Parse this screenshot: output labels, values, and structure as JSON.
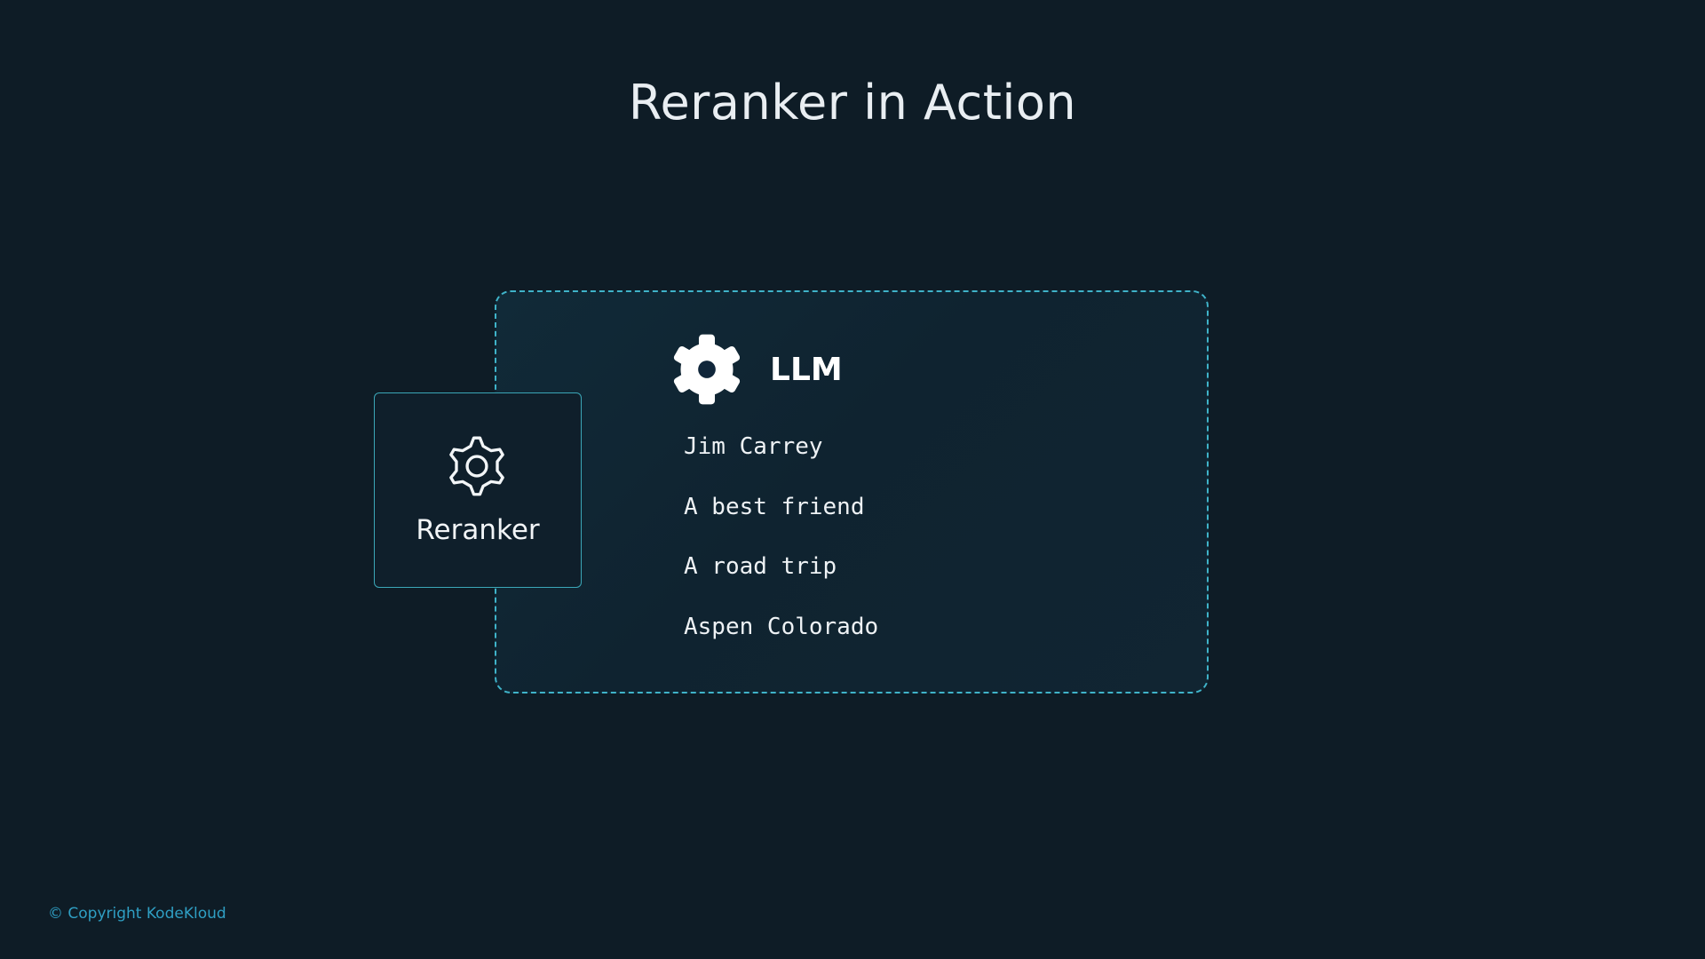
{
  "slide": {
    "title": "Reranker in Action"
  },
  "reranker": {
    "label": "Reranker",
    "icon": "gear-outline-icon"
  },
  "llm": {
    "label": "LLM",
    "icon": "gear-solid-icon",
    "context_items": [
      "Jim Carrey",
      "A best friend",
      "A road trip",
      "Aspen Colorado"
    ]
  },
  "footer": {
    "copyright": "© Copyright KodeKloud"
  },
  "colors": {
    "background": "#0e1c26",
    "accent_border": "#3fb3c9",
    "copyright_text": "#2f9fc4",
    "text": "#ffffff"
  }
}
